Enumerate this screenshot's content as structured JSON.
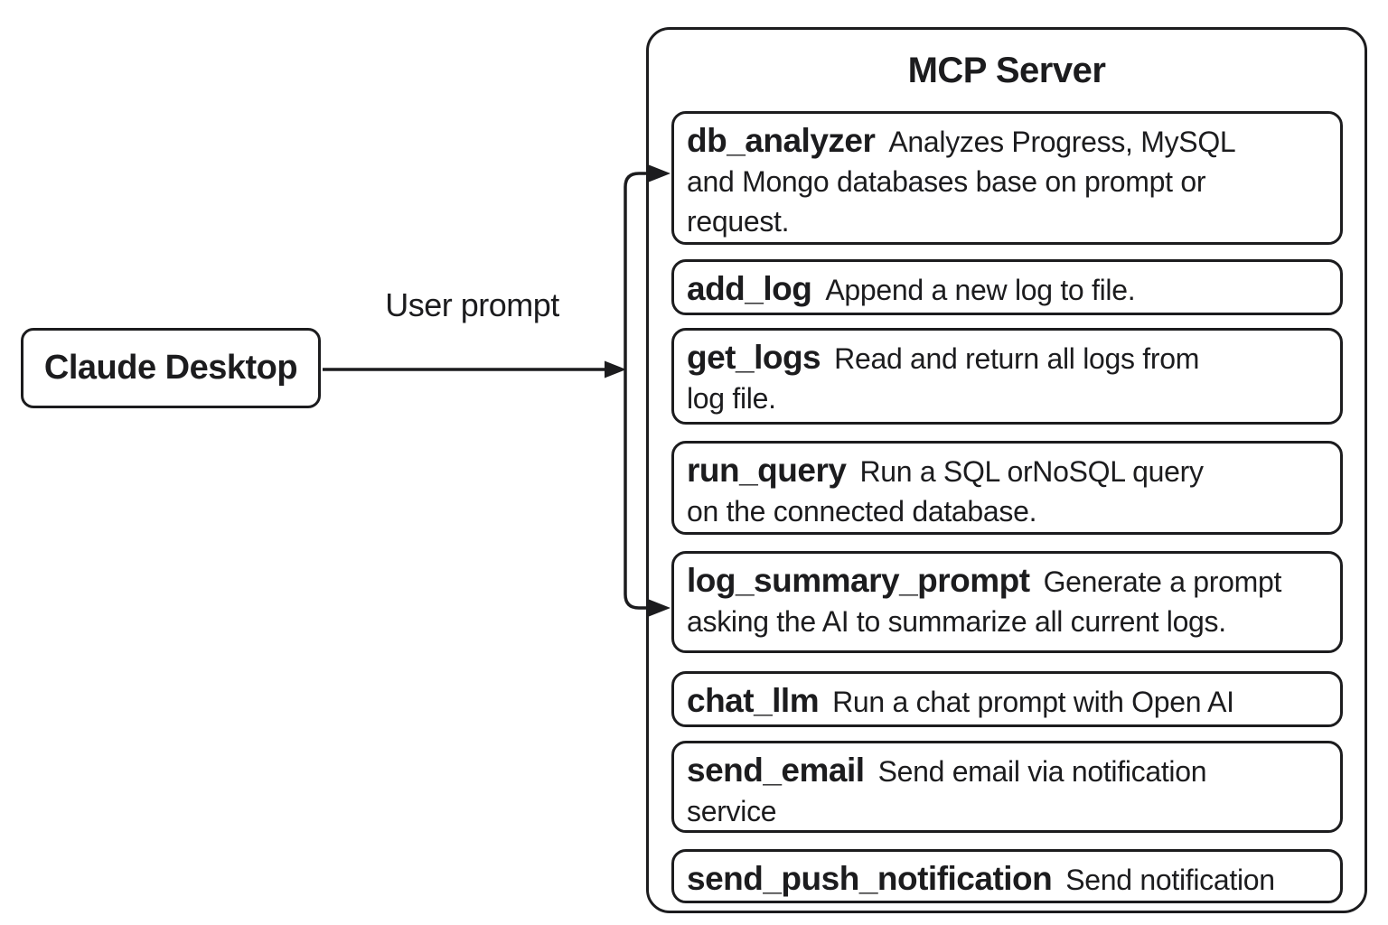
{
  "diagram": {
    "client": {
      "label": "Claude Desktop"
    },
    "connection": {
      "label": "User prompt"
    },
    "server": {
      "title": "MCP Server",
      "tools": [
        {
          "name": "db_analyzer",
          "desc": "Analyzes Progress, MySQL\nand Mongo databases base on prompt or\nrequest."
        },
        {
          "name": "add_log",
          "desc": "Append a new log to file."
        },
        {
          "name": "get_logs",
          "desc": "Read and return all logs from\nlog file."
        },
        {
          "name": "run_query",
          "desc": "Run a SQL orNoSQL query\non the connected database."
        },
        {
          "name": "log_summary_prompt",
          "desc": "Generate a prompt\nasking the AI to summarize all current logs."
        },
        {
          "name": "chat_llm",
          "desc": "Run a chat prompt with Open AI"
        },
        {
          "name": "send_email",
          "desc": "Send email via notification\nservice"
        },
        {
          "name": "send_push_notification",
          "desc": "Send notification"
        }
      ]
    },
    "colors": {
      "ink": "#1c1c1e",
      "background": "#ffffff"
    }
  }
}
